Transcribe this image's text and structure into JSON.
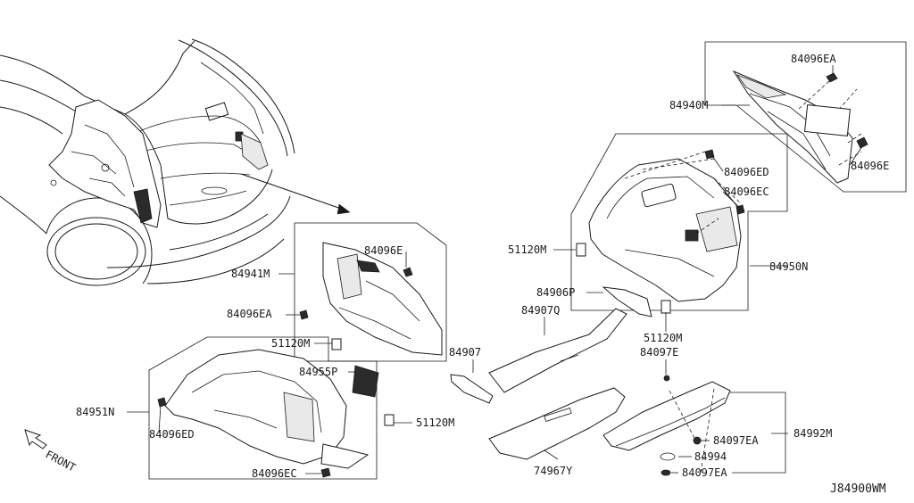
{
  "diagram_code": "J84900WM",
  "direction_label": "FRONT",
  "parts": {
    "p84096EA_top": "84096EA",
    "p84940M": "84940M",
    "p84096E_top": "84096E",
    "p84096ED_right": "84096ED",
    "p84096EC_right": "84096EC",
    "p51120M_a": "51120M",
    "p84950N": "84950N",
    "p84906P": "84906P",
    "p84907Q": "84907Q",
    "p51120M_b": "51120M",
    "p84097E": "84097E",
    "p84907": "84907",
    "p84941M": "84941M",
    "p84096E_mid": "84096E",
    "p84096EA_mid": "84096EA",
    "p51120M_c": "51120M",
    "p84955P": "84955P",
    "p84951N": "84951N",
    "p84096ED_left": "84096ED",
    "p51120M_d": "51120M",
    "p84096EC_left": "84096EC",
    "p74967Y": "74967Y",
    "p84097EA_a": "84097EA",
    "p84992M": "84992M",
    "p84994": "84994",
    "p84097EA_b": "84097EA"
  }
}
